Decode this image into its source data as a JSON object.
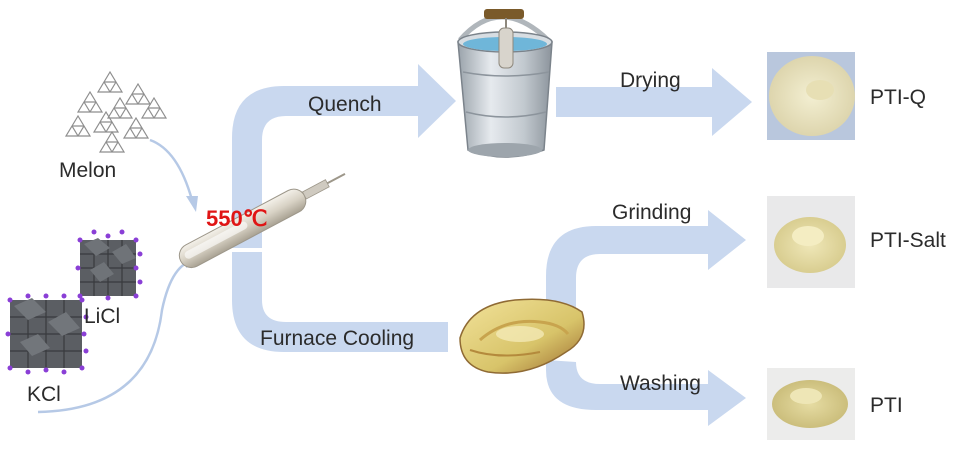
{
  "reactants": {
    "melon": "Melon",
    "licl": "LiCl",
    "kcl": "KCl"
  },
  "reaction": {
    "temperature": "550℃"
  },
  "paths": {
    "quench": "Quench",
    "furnace_cooling": "Furnace Cooling",
    "drying": "Drying",
    "grinding": "Grinding",
    "washing": "Washing"
  },
  "products": {
    "pti_q": "PTI-Q",
    "pti_salt": "PTI-Salt",
    "pti": "PTI"
  },
  "colors": {
    "arrow": "#c9d8ef",
    "thin_arrow": "#b6c9e6",
    "temperature": "#e01515",
    "powder": "#e3d9a4",
    "label": "#2b2b2b"
  }
}
